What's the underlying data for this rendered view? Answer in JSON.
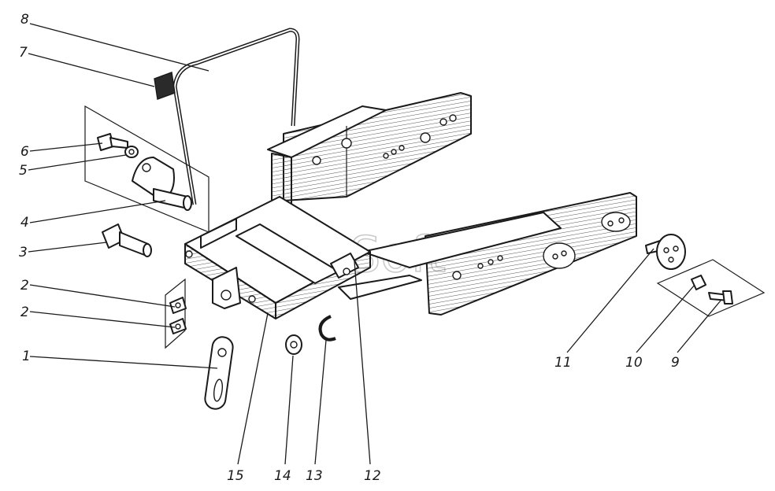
{
  "watermark": "AutoSoft",
  "callouts": [
    {
      "id": "c8",
      "label": "8"
    },
    {
      "id": "c7",
      "label": "7"
    },
    {
      "id": "c6",
      "label": "6"
    },
    {
      "id": "c5",
      "label": "5"
    },
    {
      "id": "c4",
      "label": "4"
    },
    {
      "id": "c3",
      "label": "3"
    },
    {
      "id": "c2a",
      "label": "2"
    },
    {
      "id": "c2b",
      "label": "2"
    },
    {
      "id": "c1",
      "label": "1"
    },
    {
      "id": "c15",
      "label": "15"
    },
    {
      "id": "c14",
      "label": "14"
    },
    {
      "id": "c13",
      "label": "13"
    },
    {
      "id": "c12",
      "label": "12"
    },
    {
      "id": "c11",
      "label": "11"
    },
    {
      "id": "c10",
      "label": "10"
    },
    {
      "id": "c9",
      "label": "9"
    }
  ]
}
